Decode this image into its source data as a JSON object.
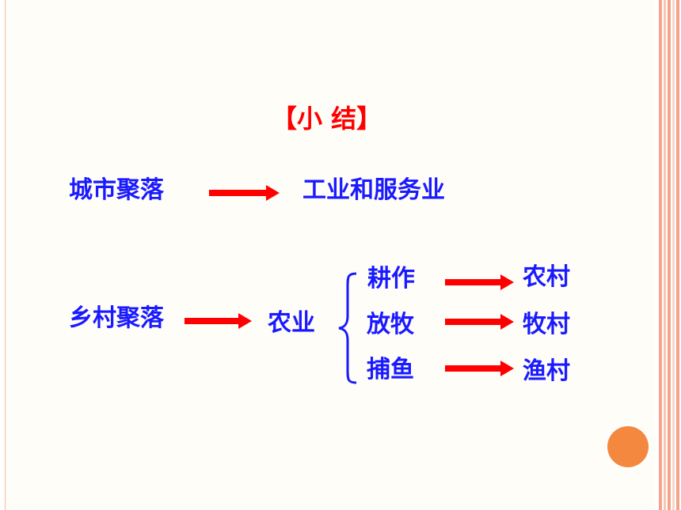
{
  "slide": {
    "title": "【小 结】",
    "rows": [
      {
        "source": "城市聚落",
        "target": "工业和服务业"
      },
      {
        "source": "乡村聚落",
        "target": "农业"
      }
    ],
    "branches": [
      {
        "activity": "耕作",
        "result": "农村"
      },
      {
        "activity": "放牧",
        "result": "牧村"
      },
      {
        "activity": "捕鱼",
        "result": "渔村"
      }
    ]
  },
  "colors": {
    "title": "#ff0000",
    "text": "#1a1aff",
    "arrow": "#ff0000",
    "stripe": "#f4a48a",
    "circle": "#f5883f"
  }
}
